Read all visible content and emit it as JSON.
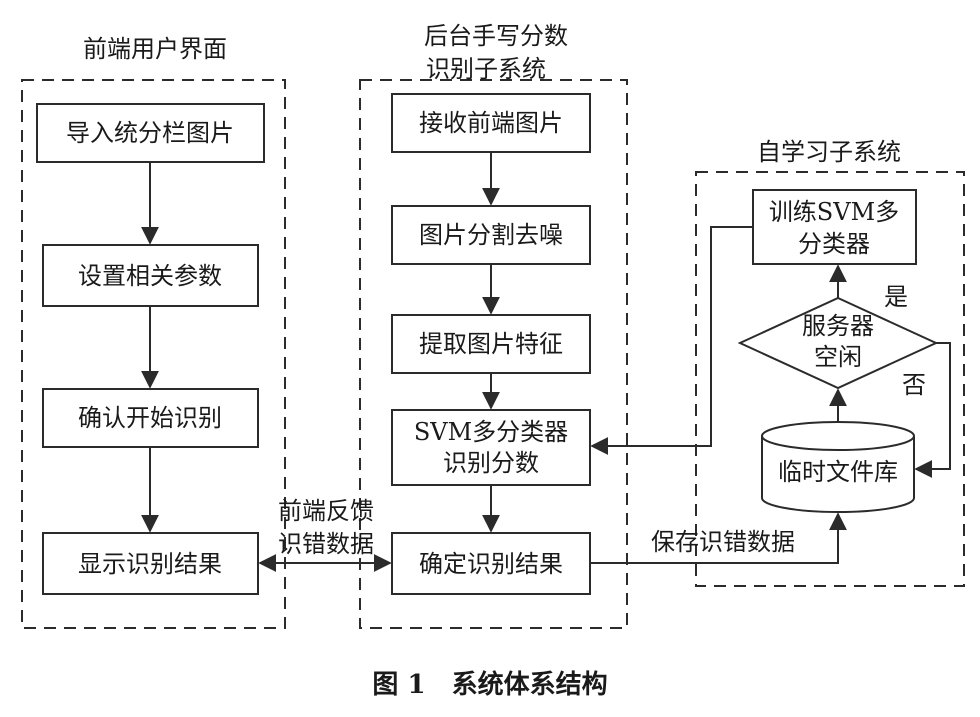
{
  "panels": {
    "frontend": {
      "title": "前端用户界面"
    },
    "backend": {
      "title_line1": "后台手写分数",
      "title_line2": "识别子系统"
    },
    "selflearn": {
      "title": "自学习子系统"
    }
  },
  "frontend_steps": [
    "导入统分栏图片",
    "设置相关参数",
    "确认开始识别",
    "显示识别结果"
  ],
  "backend_steps": {
    "receive": "接收前端图片",
    "segment": "图片分割去噪",
    "extract": "提取图片特征",
    "classify_line1": "SVM多分类器",
    "classify_line2": "识别分数",
    "confirm": "确定识别结果"
  },
  "selflearn_nodes": {
    "train_line1": "训练SVM多",
    "train_line2": "分类器",
    "decision_line1": "服务器",
    "decision_line2": "空闲",
    "yes": "是",
    "no": "否",
    "database": "临时文件库"
  },
  "edge_labels": {
    "feedback_line1": "前端反馈",
    "feedback_line2": "识错数据",
    "save": "保存识错数据"
  },
  "caption": "图 1　系统体系结构"
}
